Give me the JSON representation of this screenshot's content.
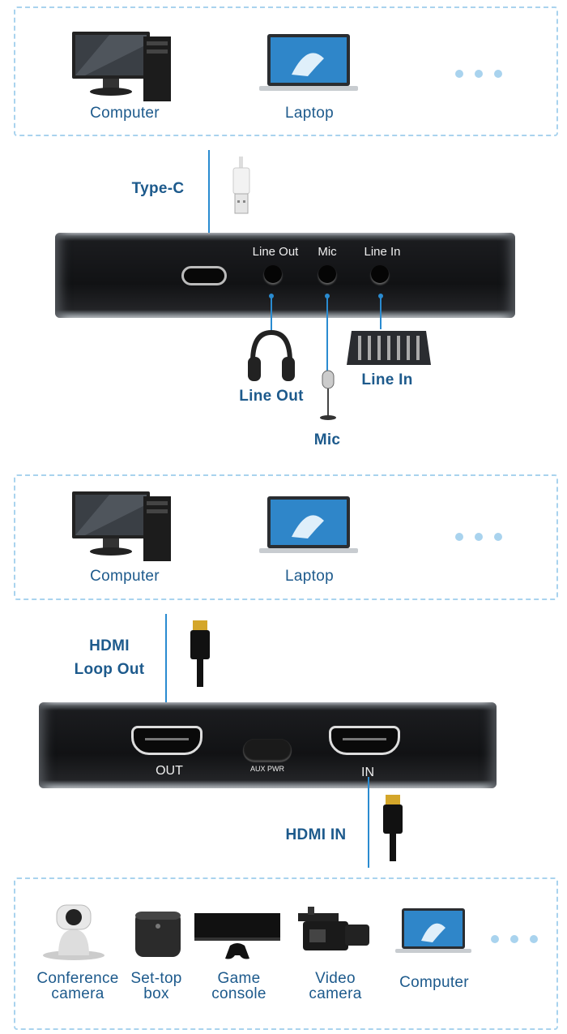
{
  "section_top": {
    "sources": [
      {
        "label": "Computer",
        "icon": "desktop-computer-icon"
      },
      {
        "label": "Laptop",
        "icon": "laptop-icon"
      }
    ],
    "more": "more-dots-icon"
  },
  "usb": {
    "label": "Type-C",
    "icon": "usb-cable-icon"
  },
  "device_audio": {
    "ports": [
      "Line Out",
      "Mic",
      "Line In"
    ]
  },
  "audio_peripherals": [
    {
      "label": "Line Out",
      "icon": "headphones-icon"
    },
    {
      "label": "Mic",
      "icon": "microphone-icon"
    },
    {
      "label": "Line In",
      "icon": "audio-mixer-icon"
    }
  ],
  "section_middle": {
    "sources": [
      {
        "label": "Computer",
        "icon": "desktop-computer-icon"
      },
      {
        "label": "Laptop",
        "icon": "laptop-icon"
      }
    ]
  },
  "loop_out": {
    "line1": "HDMI",
    "line2": "Loop Out",
    "icon": "hdmi-cable-icon"
  },
  "device_hdmi": {
    "out": "OUT",
    "aux": "AUX PWR",
    "in": "IN"
  },
  "hdmi_in": {
    "label": "HDMI IN",
    "icon": "hdmi-cable-icon"
  },
  "section_bottom": {
    "sources": [
      {
        "line1": "Conference",
        "line2": "camera"
      },
      {
        "line1": "Set-top",
        "line2": "box"
      },
      {
        "line1": "Game",
        "line2": "console"
      },
      {
        "line1": "Video",
        "line2": "camera"
      },
      {
        "line1": "Computer",
        "line2": ""
      }
    ]
  },
  "colors": {
    "label": "#1d5a8c",
    "line": "#2a8bd0",
    "dashed_border": "#a9d3ee"
  }
}
